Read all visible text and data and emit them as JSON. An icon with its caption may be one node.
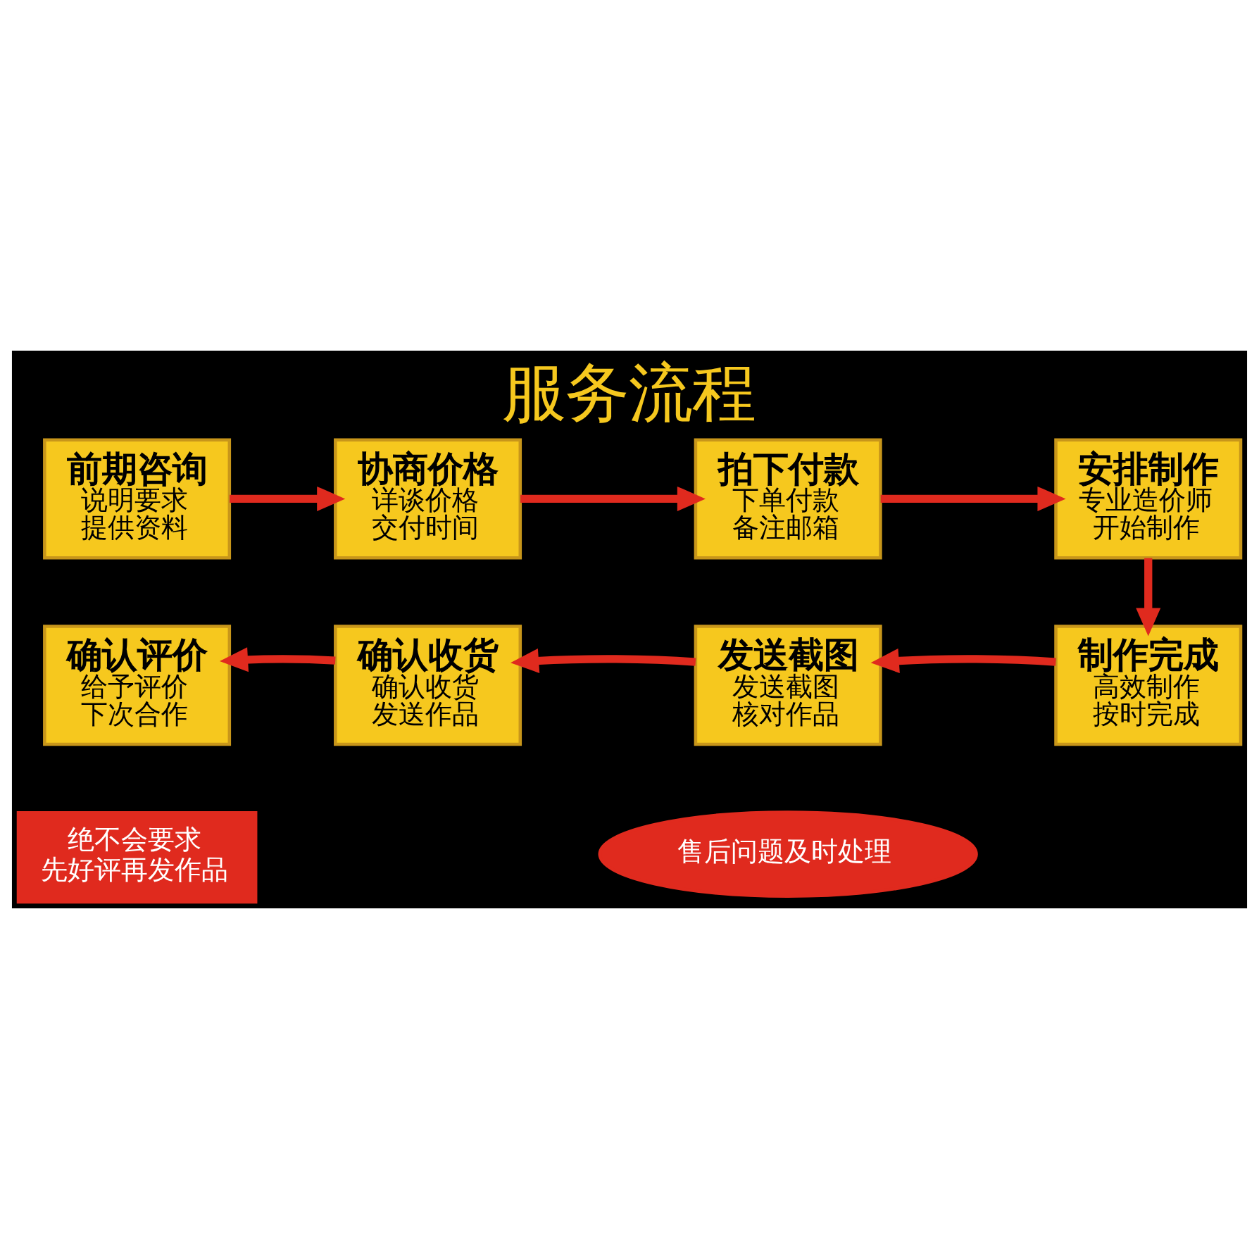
{
  "diagram": {
    "title": "服务流程",
    "nodes": [
      {
        "text": [
          "前期咨询",
          "说明要求",
          "提供资料"
        ]
      },
      {
        "text": [
          "协商价格",
          "详谈价格",
          "交付时间"
        ]
      },
      {
        "text": [
          "拍下付款",
          "下单付款",
          "备注邮箱"
        ]
      },
      {
        "text": [
          "安排制作",
          "专业造价师",
          "开始制作"
        ]
      },
      {
        "text": [
          "确认评价",
          "给予评价",
          "下次合作"
        ]
      },
      {
        "text": [
          "确认收货",
          "确认收货",
          "发送作品"
        ]
      },
      {
        "text": [
          "发送截图",
          "发送截图",
          "核对作品"
        ]
      },
      {
        "text": [
          "制作完成",
          "高效制作",
          "按时完成"
        ]
      },
      {
        "text": [
          "绝不会要求",
          "先好评再发作品"
        ]
      },
      {
        "text": [
          "售后问题及时处理"
        ]
      }
    ],
    "edges": [
      {
        "from": 0,
        "to": 1,
        "arrow": "to"
      },
      {
        "from": 1,
        "to": 2,
        "arrow": "to"
      },
      {
        "from": 2,
        "to": 3,
        "arrow": "to"
      },
      {
        "from": 3,
        "to": 7,
        "arrow": "to"
      },
      {
        "from": 7,
        "to": 6,
        "arrow": "to"
      },
      {
        "from": 6,
        "to": 5,
        "arrow": "to"
      },
      {
        "from": 5,
        "to": 4,
        "arrow": "to"
      }
    ]
  }
}
